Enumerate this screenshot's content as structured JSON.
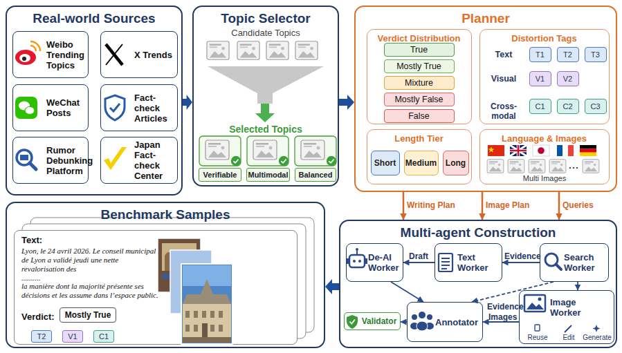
{
  "diagram": {
    "nodes": [
      {
        "text": [
          "Real-world Sources"
        ]
      },
      {
        "text": [
          "Weibo Trending Topics"
        ],
        "in": 0
      },
      {
        "text": [
          "X Trends"
        ],
        "in": 0
      },
      {
        "text": [
          "WeChat Posts"
        ],
        "in": 0
      },
      {
        "text": [
          "Fact-check Articles"
        ],
        "in": 0
      },
      {
        "text": [
          "Rumor Debunking Platform"
        ],
        "in": 0
      },
      {
        "text": [
          "Japan Fact-check Center"
        ],
        "in": 0
      },
      {
        "text": [
          "Topic Selector"
        ]
      },
      {
        "text": [
          "Verifiable"
        ],
        "in": 7
      },
      {
        "text": [
          "Multimodal"
        ],
        "in": 7
      },
      {
        "text": [
          "Balanced"
        ],
        "in": 7
      },
      {
        "text": [
          "Planner"
        ]
      },
      {
        "text": [
          "Verdict Distribution"
        ],
        "in": 11
      },
      {
        "text": [
          "True"
        ],
        "in": 12
      },
      {
        "text": [
          "Mostly True"
        ],
        "in": 12
      },
      {
        "text": [
          "Mixture"
        ],
        "in": 12
      },
      {
        "text": [
          "Mostly False"
        ],
        "in": 12
      },
      {
        "text": [
          "False"
        ],
        "in": 12
      },
      {
        "text": [
          "Distortion Tags"
        ],
        "in": 11
      },
      {
        "text": [
          "T1"
        ],
        "in": 18
      },
      {
        "text": [
          "T2"
        ],
        "in": 18
      },
      {
        "text": [
          "T3"
        ],
        "in": 18
      },
      {
        "text": [
          "V1"
        ],
        "in": 18
      },
      {
        "text": [
          "V2"
        ],
        "in": 18
      },
      {
        "text": [
          "C1"
        ],
        "in": 18
      },
      {
        "text": [
          "C2"
        ],
        "in": 18
      },
      {
        "text": [
          "C3"
        ],
        "in": 18
      },
      {
        "text": [
          "Length Tier"
        ],
        "in": 11
      },
      {
        "text": [
          "Short"
        ],
        "in": 27
      },
      {
        "text": [
          "Medium"
        ],
        "in": 27
      },
      {
        "text": [
          "Long"
        ],
        "in": 27
      },
      {
        "text": [
          "Language & Images"
        ],
        "in": 11
      },
      {
        "text": [
          "Multi-agent Construction"
        ]
      },
      {
        "text": [
          "De-AI Worker"
        ],
        "in": 32
      },
      {
        "text": [
          "Text Worker"
        ],
        "in": 32
      },
      {
        "text": [
          "Search Worker"
        ],
        "in": 32
      },
      {
        "text": [
          "Annotator"
        ],
        "in": 32
      },
      {
        "text": [
          "Image Worker"
        ],
        "in": 32
      },
      {
        "text": [
          "Validator"
        ],
        "in": 32
      },
      {
        "text": [
          "Benchmark Samples"
        ]
      },
      {
        "text": [
          "Text:",
          "Lyon, le 24 avril 2026. Le conseil municipal de Lyon a validé jeudi une nette revalorisation des",
          "..........",
          "la manière dont la majorité présente ses décisions et les assume dans l’espace public.",
          "Verdict:"
        ],
        "in": 39
      },
      {
        "text": [
          "Mostly True"
        ],
        "in": 40
      },
      {
        "text": [
          "T2"
        ],
        "in": 40
      },
      {
        "text": [
          "V1"
        ],
        "in": 40
      },
      {
        "text": [
          "C1"
        ],
        "in": 40
      }
    ],
    "edges": [
      {
        "from": 0,
        "to": 7,
        "arrow": "to"
      },
      {
        "from": 7,
        "to": 11,
        "arrow": "to"
      },
      {
        "from": 11,
        "to": 32,
        "label": "Writing Plan",
        "arrow": "to"
      },
      {
        "from": 11,
        "to": 32,
        "label": "Image Plan",
        "arrow": "to"
      },
      {
        "from": 11,
        "to": 32,
        "label": "Queries",
        "arrow": "to"
      },
      {
        "from": 35,
        "to": 34,
        "label": "Evidence",
        "arrow": "to"
      },
      {
        "from": 34,
        "to": 33,
        "label": "Draft",
        "arrow": "to"
      },
      {
        "from": 33,
        "to": 36,
        "arrow": "to"
      },
      {
        "from": 35,
        "to": 36,
        "label": "Evidence",
        "arrow": "to"
      },
      {
        "from": 35,
        "to": 37,
        "arrow": "to"
      },
      {
        "from": 37,
        "to": 36,
        "label": "Images",
        "arrow": "to"
      },
      {
        "from": 36,
        "to": 38,
        "arrow": "to"
      },
      {
        "from": 32,
        "to": 39,
        "arrow": "to"
      }
    ],
    "labels": [
      "Candidate Topics",
      "Selected Topics",
      "Text",
      "Visual",
      "Cross-modal",
      "Multi Images",
      "Reuse",
      "Edit",
      "Generate"
    ]
  }
}
